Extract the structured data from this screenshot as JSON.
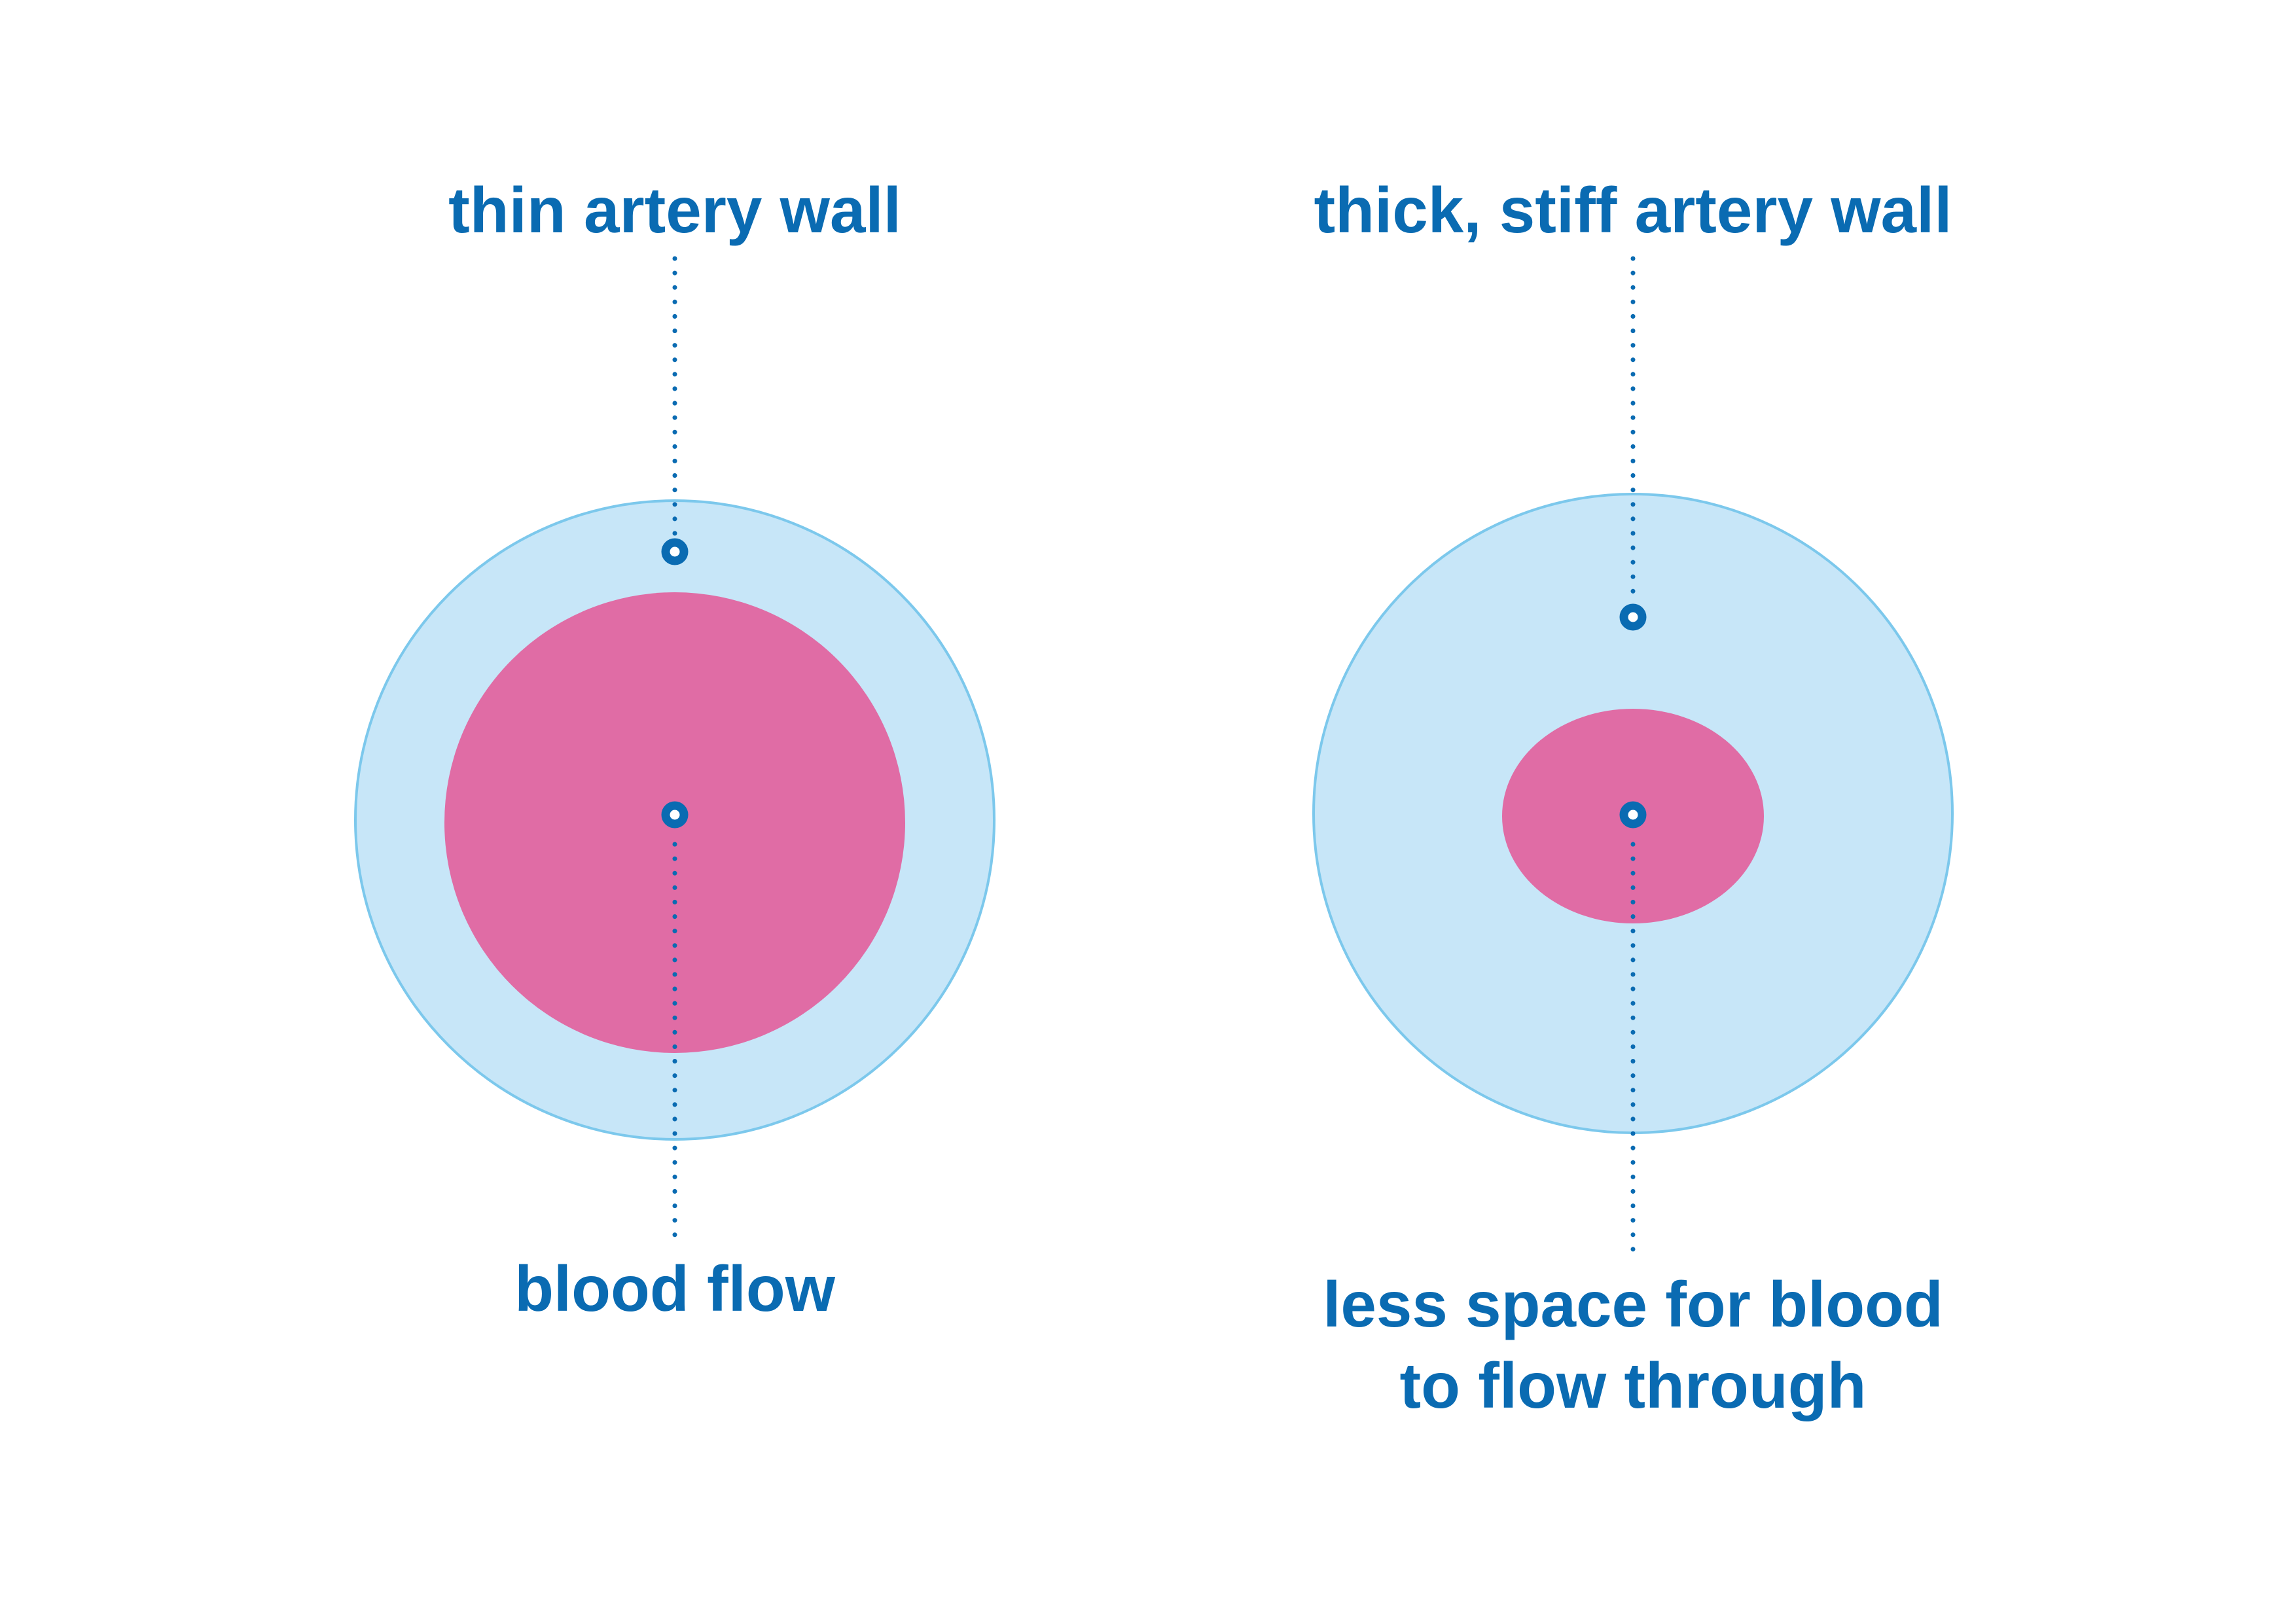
{
  "colors": {
    "artery_wall_fill": "#c7e6f8",
    "artery_wall_outline": "#7cc8ec",
    "blood_lumen": "#e06ca5",
    "label_text": "#0a6bb2",
    "background": "#ffffff"
  },
  "healthy_artery": {
    "wall_label": "thin artery wall",
    "lumen_label": "blood flow"
  },
  "stiff_artery": {
    "wall_label": "thick, stiff artery wall",
    "lumen_label_line1": "less space for blood",
    "lumen_label_line2": "to flow through"
  }
}
